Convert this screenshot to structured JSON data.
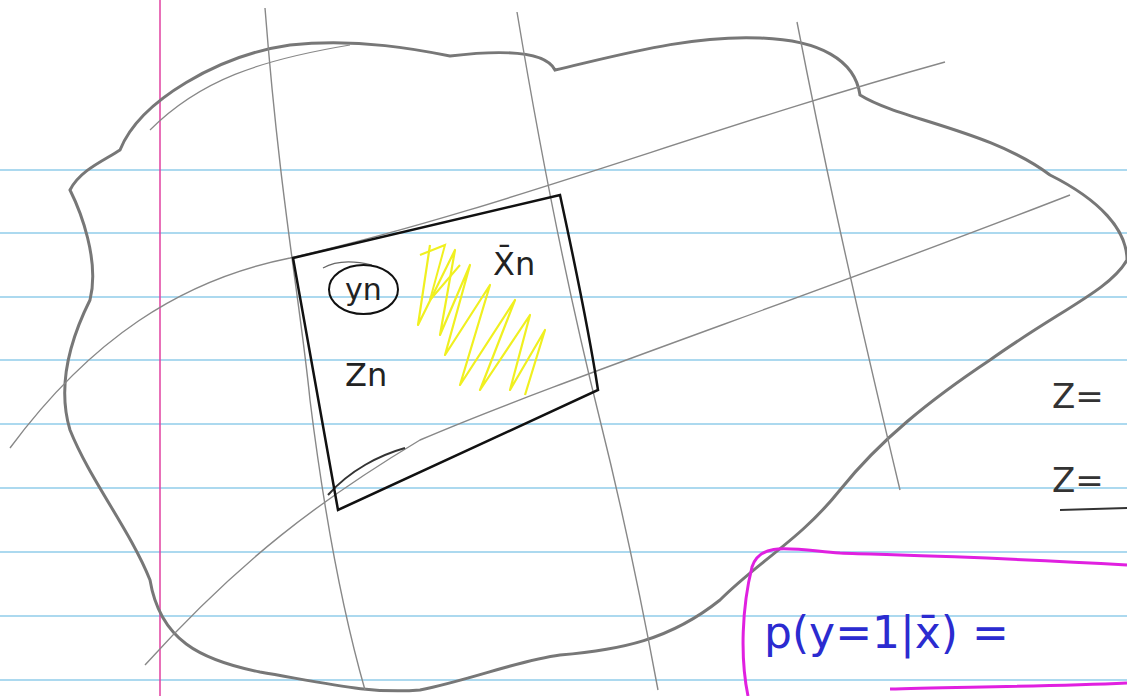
{
  "diagram": {
    "nodes": [
      {
        "text": [
          "X̄n",
          "Zn"
        ]
      },
      {
        "text": [
          "yn"
        ],
        "in": 0
      },
      {
        "text": [
          "p(y=1|x̄) ="
        ]
      }
    ],
    "labels": [
      "Z=",
      "Z="
    ]
  }
}
